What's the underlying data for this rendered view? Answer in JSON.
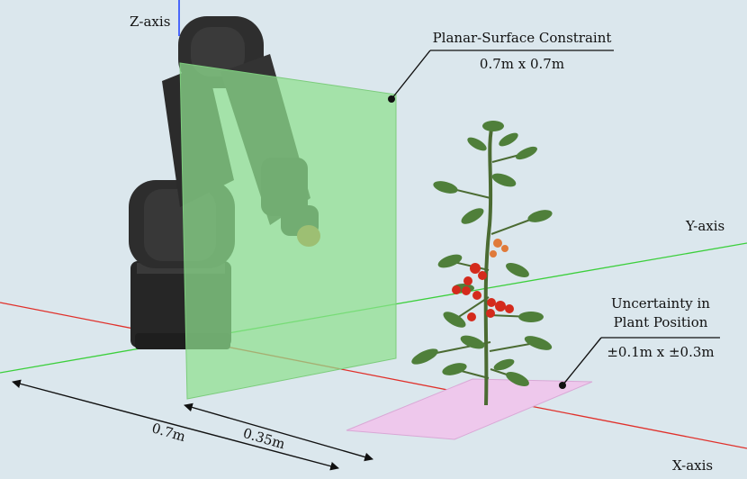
{
  "labels": {
    "z_axis": "Z-axis",
    "y_axis": "Y-axis",
    "x_axis": "X-axis",
    "constraint_title": "Planar-Surface Constraint",
    "constraint_size": "0.7m x 0.7m",
    "uncertainty_line1": "Uncertainty in",
    "uncertainty_line2": "Plant Position",
    "uncertainty_size": "±0.1m x ±0.3m",
    "dim_outer": "0.7m",
    "dim_inner": "0.35m"
  },
  "colors": {
    "background": "#dbe7ed",
    "x_axis": "#e0302a",
    "y_axis": "#3ccf3c",
    "z_axis": "#1a3cff",
    "constraint_plane": "#8fe08f",
    "uncertainty_region": "#eec8ec",
    "robot": "#2c2c2c",
    "robot_green": "#2f6b35",
    "end_effector": "#c06a2c",
    "tomato": "#d42a1c",
    "leaf": "#4f7f3a"
  },
  "icons": {
    "robot": "robot-arm-icon",
    "plant": "tomato-plant-icon"
  }
}
